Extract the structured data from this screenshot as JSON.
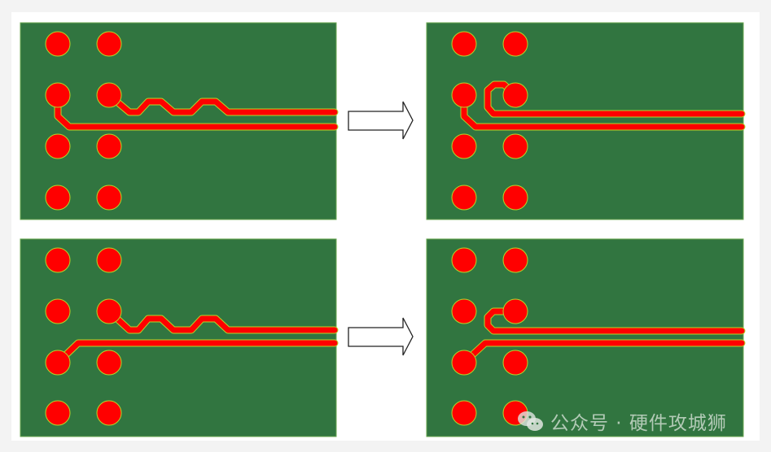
{
  "colors": {
    "page_bg": "#f3f3f3",
    "card_bg": "#ffffff",
    "board": "#317540",
    "copper": "#ff0000",
    "copper_edge": "#b5d62a",
    "arrow_stroke": "#222222",
    "arrow_fill": "#ffffff"
  },
  "figure": {
    "description": "PCB trace length-matching comparison: serpentine routing (left) replaced by loop/detour routing (right)",
    "rows": [
      {
        "before": {
          "label": "serpentine-trace-top-before",
          "pad_grid": "4x2",
          "trace_count": 2
        },
        "arrow": "right-arrow",
        "after": {
          "label": "loop-trace-top-after",
          "pad_grid": "4x2",
          "trace_count": 2
        }
      },
      {
        "before": {
          "label": "serpentine-trace-bottom-before",
          "pad_grid": "4x2",
          "trace_count": 2
        },
        "arrow": "right-arrow",
        "after": {
          "label": "loop-trace-bottom-after",
          "pad_grid": "4x2",
          "trace_count": 2
        }
      }
    ]
  },
  "watermark": {
    "icon": "wechat-icon",
    "text": "公众号 · 硬件攻城狮"
  }
}
